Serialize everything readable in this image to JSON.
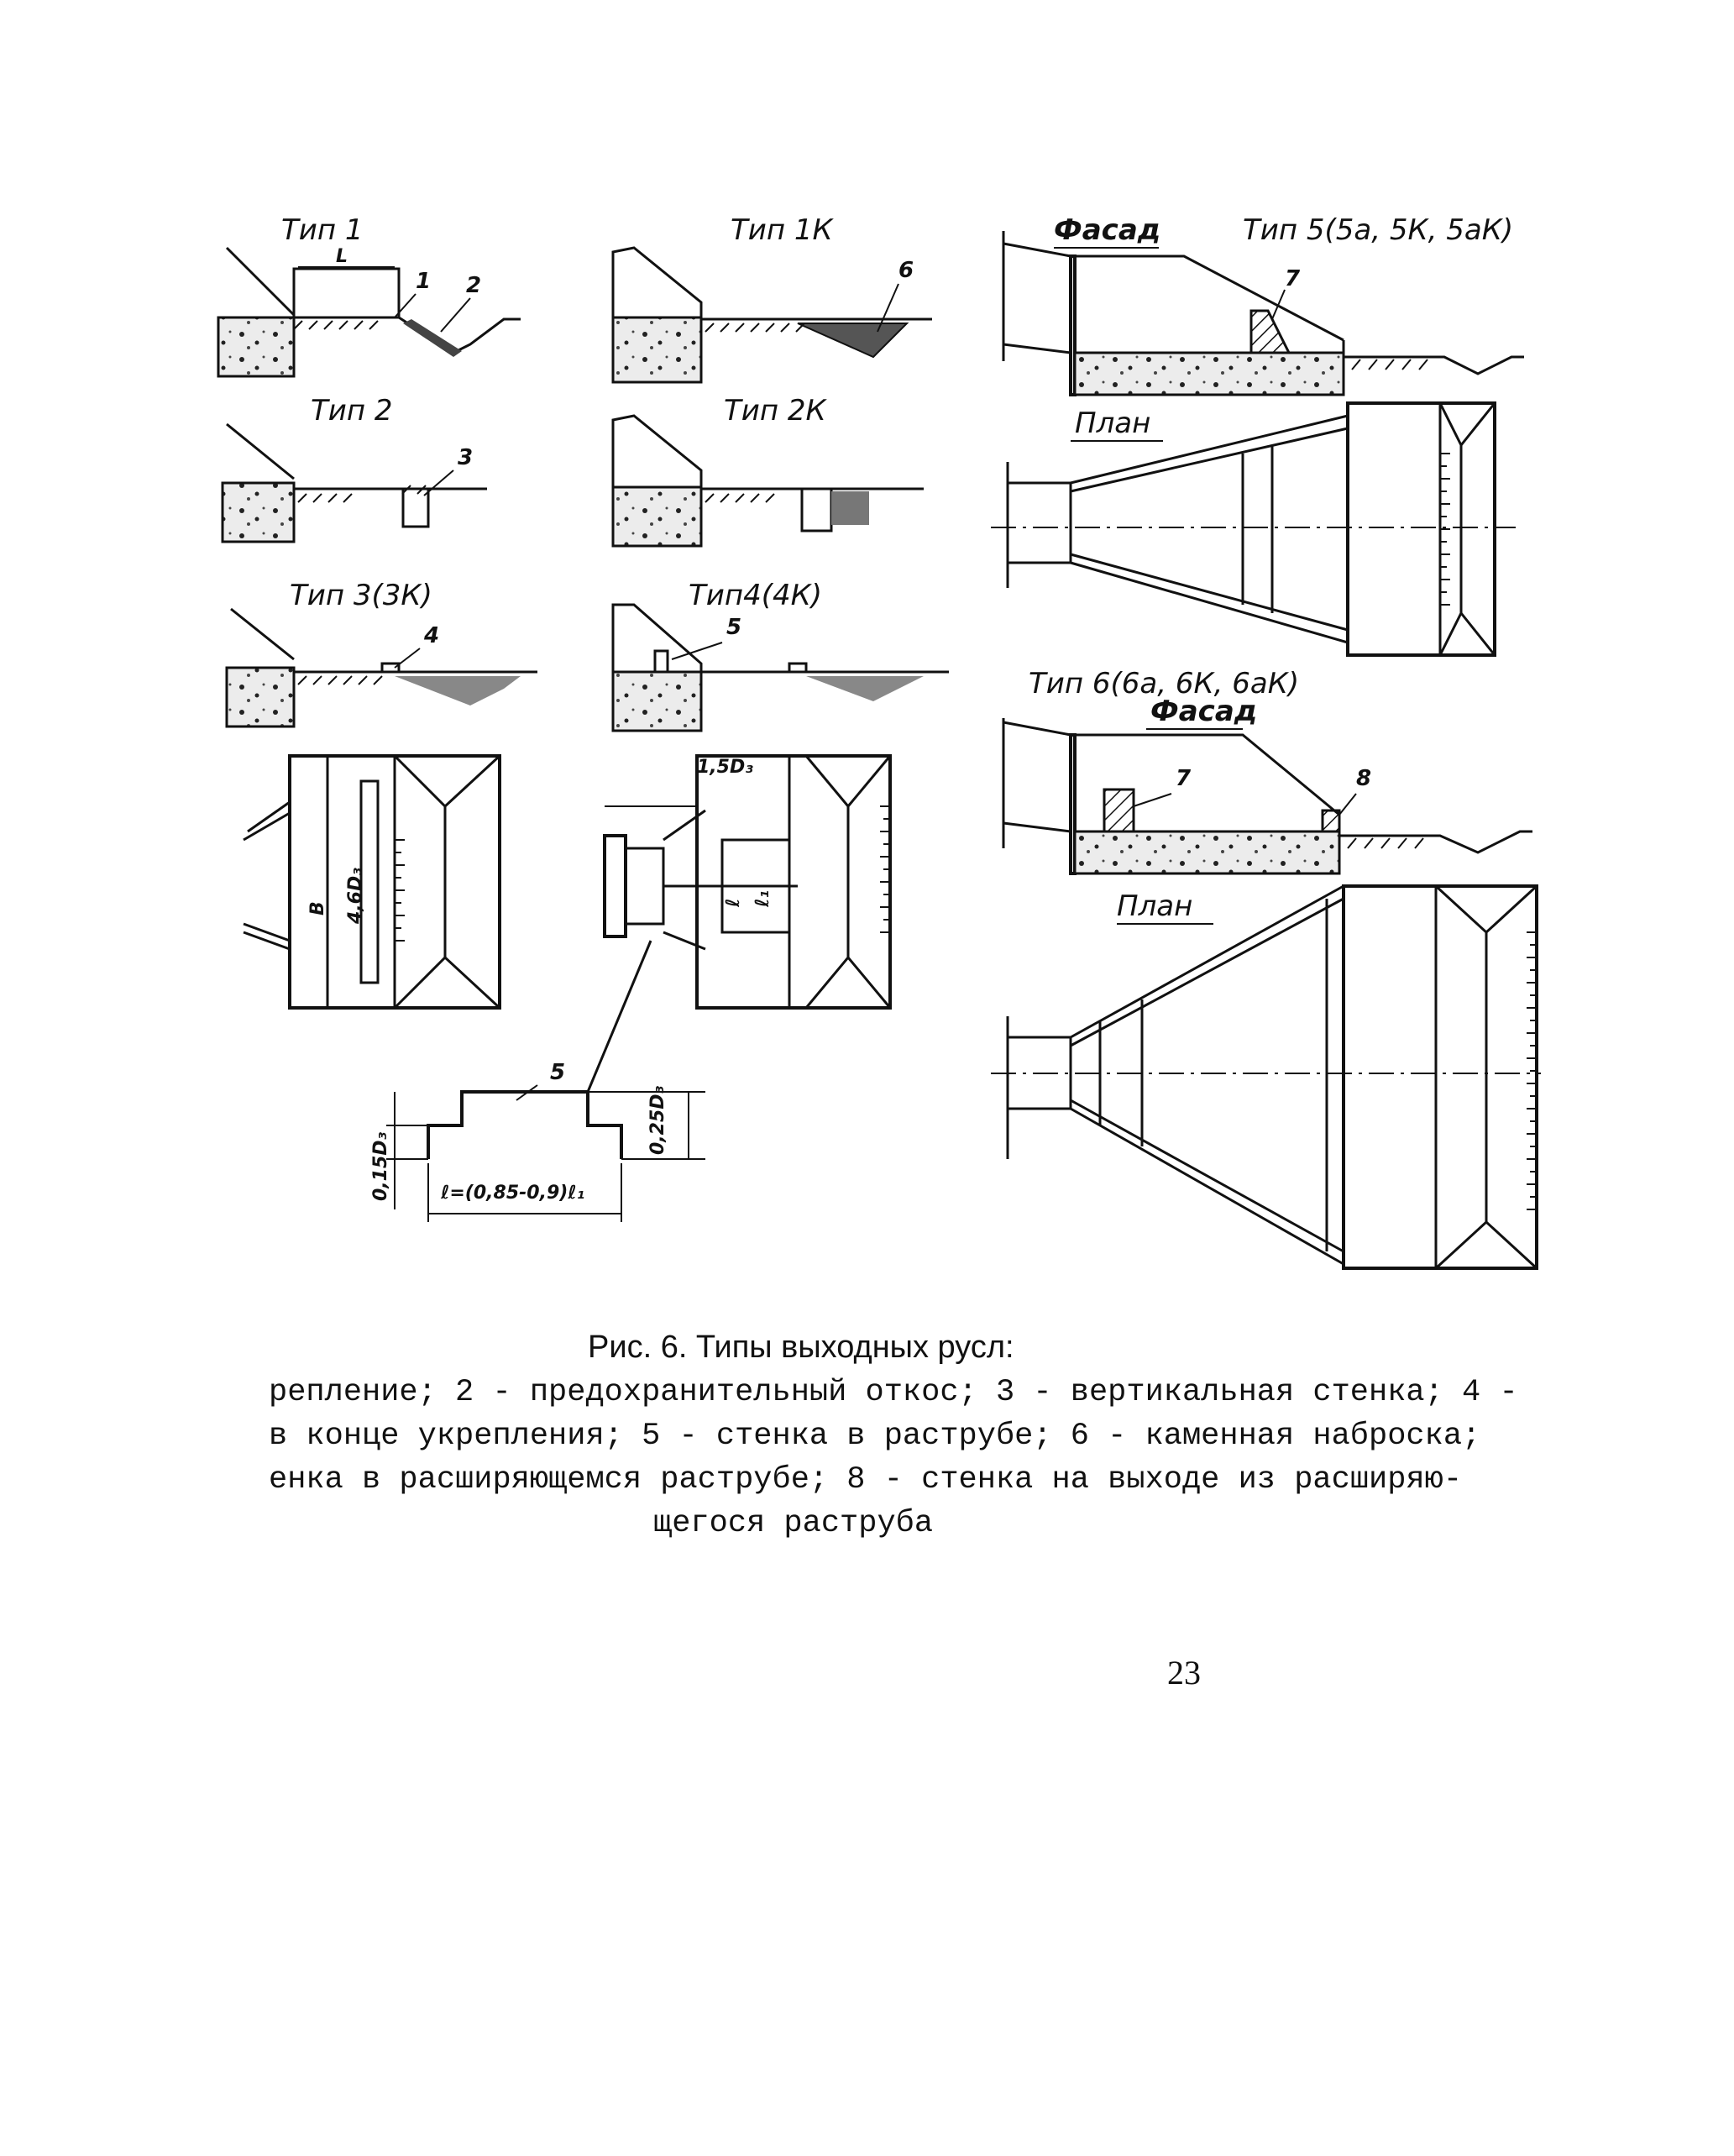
{
  "figure": {
    "labels": {
      "type1": "Тип 1",
      "type1k": "Тип 1К",
      "type2": "Тип 2",
      "type2k": "Тип 2К",
      "type3": "Тип 3(3К)",
      "type4": "Тип4(4К)",
      "fasad5": "Фасад",
      "type5": "Тип 5(5а, 5К, 5аК)",
      "plan5": "План",
      "type6": "Тип 6(6а, 6К, 6аК)",
      "fasad6": "Фасад",
      "plan6": "План"
    },
    "numbers": {
      "n1": "1",
      "n2": "2",
      "n3": "3",
      "n4": "4",
      "n5": "5",
      "n6": "6",
      "n7a": "7",
      "n7b": "7",
      "n8": "8",
      "n5b": "5"
    },
    "dims": {
      "L": "L",
      "B": "B",
      "d46": "4,6D₃",
      "d15": "1,5D₃",
      "l1": "ℓ",
      "l2": "ℓ₁",
      "d015": "0,15D₃",
      "d025": "0,25D₃",
      "formula": "ℓ=(0,85-0,9)ℓ₁"
    }
  },
  "caption": {
    "title": "Рис. 6. Типы выходных русл:",
    "line1": "репление; 2 - предохранительный откос; 3 - вертикальная стенка; 4 -",
    "line2": "в конце укрепления; 5 - стенка в раструбе; 6 - каменная наброска;",
    "line3": "енка в расширяющемся раструбе; 8 - стенка на выходе из расширяю-",
    "line4": "щегося раструба"
  },
  "page_number": "23"
}
